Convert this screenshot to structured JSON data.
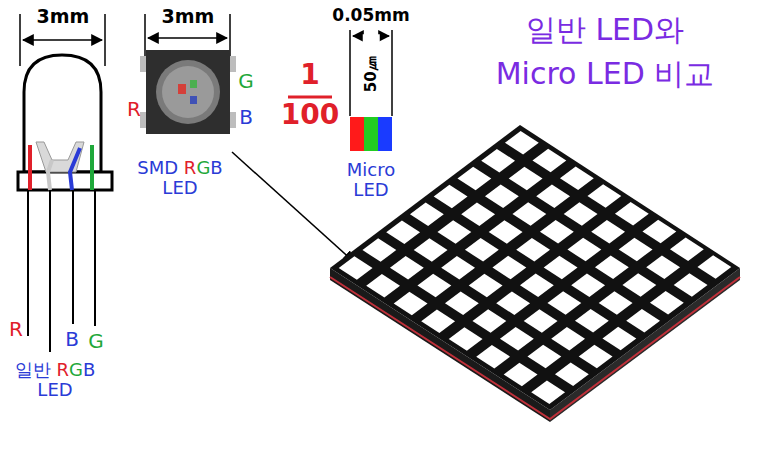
{
  "diagram": {
    "title": "일반 LED와 Micro LED 비교",
    "labels": [
      "3mm",
      "3mm",
      "0.05mm",
      "1",
      "100",
      "50㎛",
      "R",
      "G",
      "B",
      "Micro LED",
      "SMD RGB LED",
      "R",
      "B",
      "G",
      "일반 RGB LED"
    ]
  }
}
